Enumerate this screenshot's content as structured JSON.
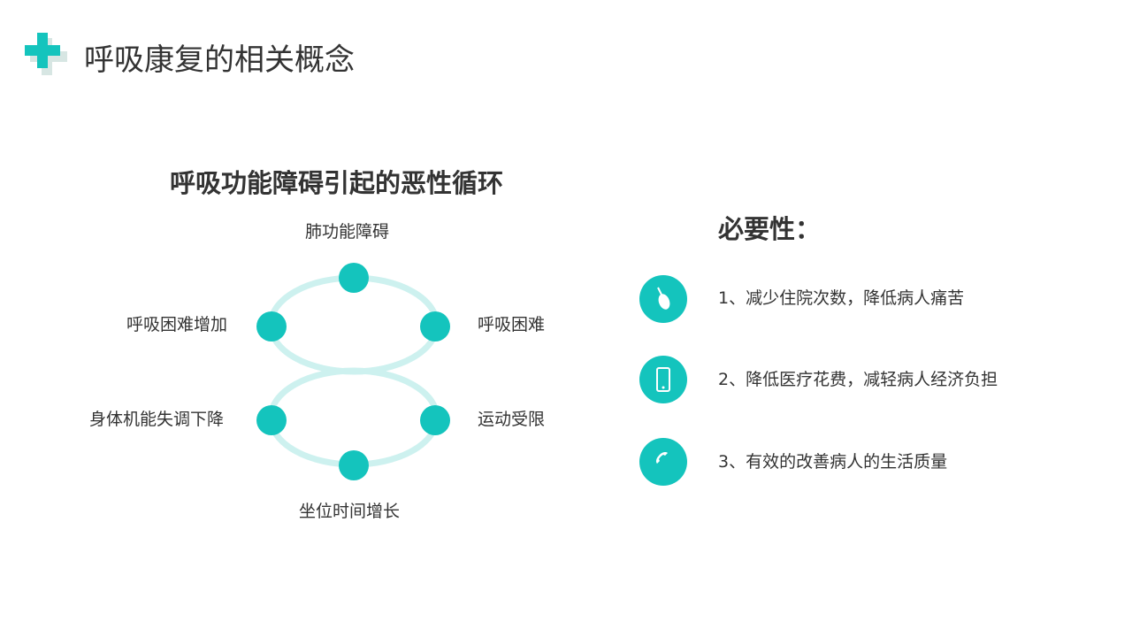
{
  "header": {
    "title": "呼吸康复的相关概念"
  },
  "cycle": {
    "title": "呼吸功能障碍引起的恶性循环",
    "nodes": [
      "肺功能障碍",
      "呼吸困难",
      "运动受限",
      "坐位时间增长",
      "身体机能失调下降",
      "呼吸困难增加"
    ]
  },
  "necessity": {
    "title": "必要性：",
    "items": [
      {
        "icon": "mouse-icon",
        "text": "1、减少住院次数，降低病人痛苦"
      },
      {
        "icon": "phone-icon",
        "text": "2、降低医疗花费，减轻病人经济负担"
      },
      {
        "icon": "call-icon",
        "text": "3、有效的改善病人的生活质量"
      }
    ]
  },
  "colors": {
    "accent": "#14c4bd",
    "ring": "#cdf1ef",
    "shadow": "#d7e6e3"
  }
}
